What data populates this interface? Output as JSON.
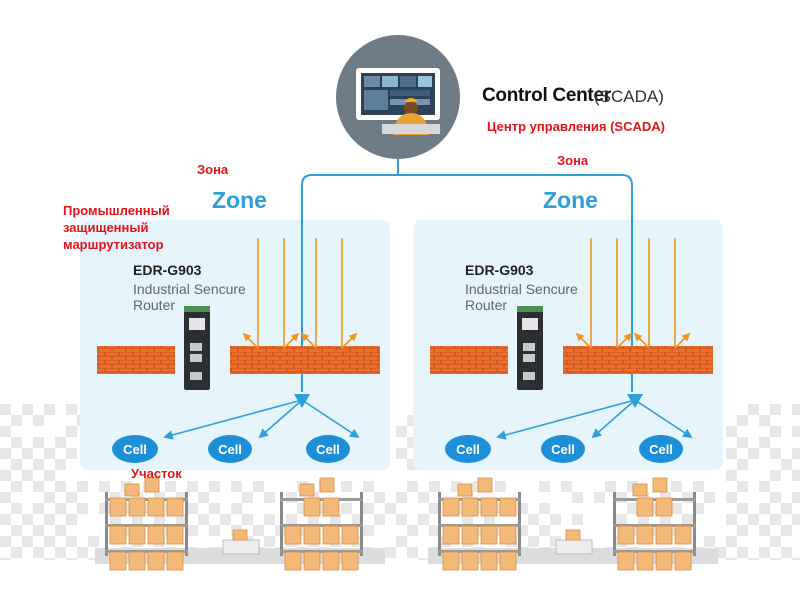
{
  "control_center": {
    "title": "Control Center",
    "subtitle": "(SCADA)",
    "title_ru": "Центр управления (SCADA)",
    "icon": "scada-operator-monitor-icon"
  },
  "annotations_ru": {
    "zone_left": "Зона",
    "zone_right": "Зона",
    "router": [
      "Промышленный",
      "защищенный",
      "маршрутизатор"
    ],
    "site": "Участок"
  },
  "zones": [
    {
      "label": "Zone",
      "router": {
        "model": "EDR-G903",
        "desc_line1": "Industrial Sencure",
        "desc_line2": "Router"
      },
      "cells": [
        "Cell",
        "Cell",
        "Cell"
      ]
    },
    {
      "label": "Zone",
      "router": {
        "model": "EDR-G903",
        "desc_line1": "Industrial Sencure",
        "desc_line2": "Router"
      },
      "cells": [
        "Cell",
        "Cell",
        "Cell"
      ]
    }
  ],
  "colors": {
    "zone_bg": "#e6f4fb",
    "link_blue": "#2f9fd8",
    "cell_blue": "#1e8fd6",
    "attack_orange": "#f39322",
    "brick": "#ec6f2a",
    "annotation_red": "#e1141c",
    "checker_gray": "#e7e7e7",
    "box_orange": "#f2b979"
  }
}
